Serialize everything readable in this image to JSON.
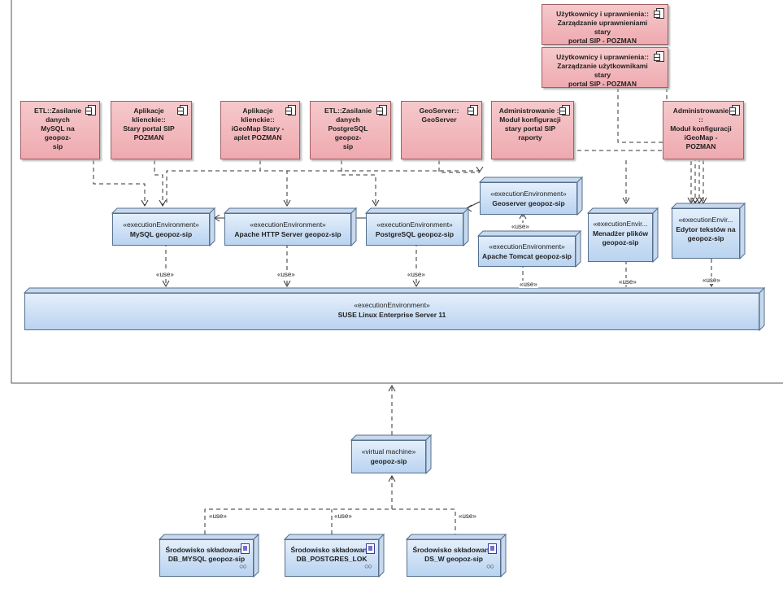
{
  "components": [
    {
      "id": "etl-mysql",
      "text": "ETL::Zasilanie danych\nMySQL na geopoz-\nsip"
    },
    {
      "id": "app-stary",
      "text": "Aplikacje klienckie::\nStary portal SIP\nPOZMAN"
    },
    {
      "id": "app-igeo",
      "text": "Aplikacje klienckie::\niGeoMap Stary -\naplet POZMAN"
    },
    {
      "id": "etl-pg",
      "text": "ETL::Zasilanie danych\nPostgreSQL geopoz-\nsip"
    },
    {
      "id": "geoserver",
      "text": "GeoServer::\nGeoServer"
    },
    {
      "id": "admin-mod",
      "text": "Administrowanie ::\nModuł konfiguracji\nstary portal SIP\nraporty"
    },
    {
      "id": "admin-igeo",
      "text": "Administrowanie ::\nModuł konfiguracji\niGeoMap - POZMAN"
    },
    {
      "id": "user-perm",
      "text": "Użytkownicy i uprawnienia::\nZarządzanie uprawnieniami stary\nportal SIP - POZMAN"
    },
    {
      "id": "user-acc",
      "text": "Użytkownicy i uprawnienia::\nZarządzanie użytkownikami stary\nportal SIP - POZMAN"
    }
  ],
  "nodes": [
    {
      "id": "mysql",
      "stereo": "«executionEnvironment»",
      "name": "MySQL geopoz-sip"
    },
    {
      "id": "apache",
      "stereo": "«executionEnvironment»",
      "name": "Apache HTTP Server geopoz-sip"
    },
    {
      "id": "pg",
      "stereo": "«executionEnvironment»",
      "name": "PostgreSQL geopoz-sip"
    },
    {
      "id": "geo",
      "stereo": "«executionEnvironment»",
      "name": "Geoserver geopoz-sip"
    },
    {
      "id": "tomcat",
      "stereo": "«executionEnvironment»",
      "name": "Apache Tomcat geopoz-sip"
    },
    {
      "id": "menadzer",
      "stereo": "«executionEnvir...",
      "name": "Menadżer plików\ngeopoz-sip"
    },
    {
      "id": "edytor",
      "stereo": "«executionEnvir...",
      "name": "Edytor tekstów na\ngeopoz-sip"
    },
    {
      "id": "suse",
      "stereo": "«executionEnvironment»",
      "name": "SUSE Linux Enterprise Server 11"
    },
    {
      "id": "vm",
      "stereo": "«virtual machine»",
      "name": "geopoz-sip"
    },
    {
      "id": "s1",
      "stereo": "",
      "name": "Środowisko składowania\nDB_MYSQL geopoz-sip"
    },
    {
      "id": "s2",
      "stereo": "",
      "name": "Środowisko składowania\nDB_POSTGRES_LOK"
    },
    {
      "id": "s3",
      "stereo": "",
      "name": "Środowisko składowania\nDS_W geopoz-sip"
    }
  ],
  "use_label": "«use»"
}
